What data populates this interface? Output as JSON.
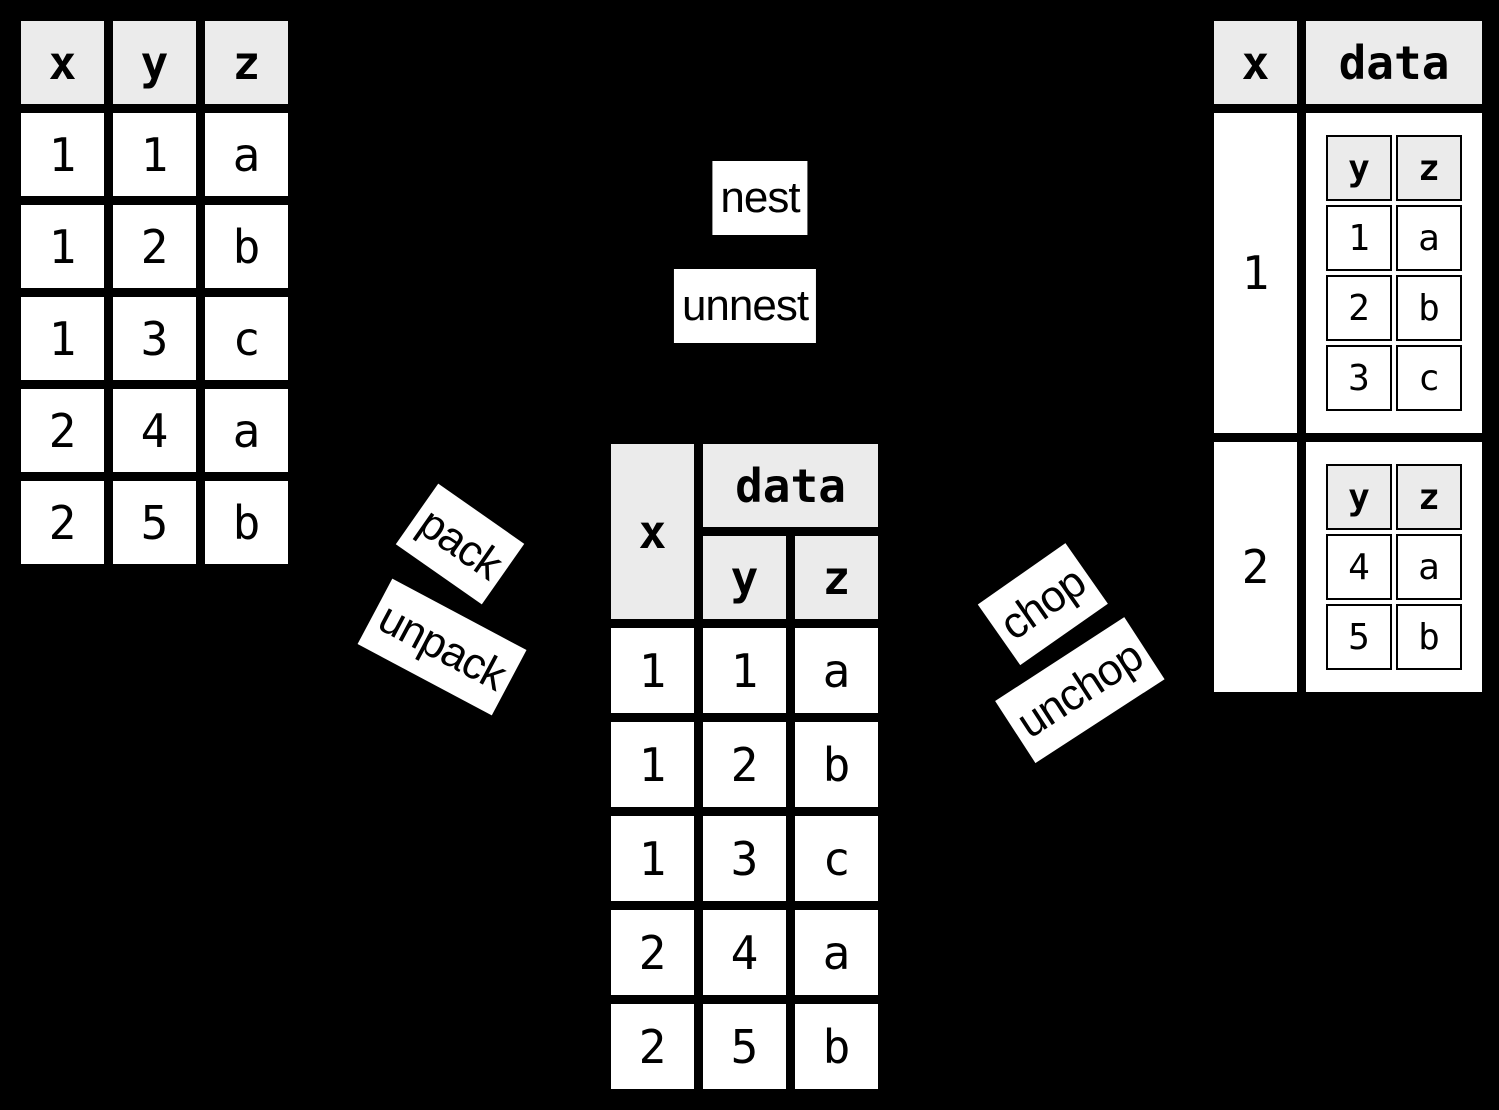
{
  "colors": {
    "background": "#000000",
    "cell_fill": "#ffffff",
    "header_fill": "#ebebeb",
    "border": "#000000",
    "text": "#000000"
  },
  "flat_table": {
    "headers": [
      "x",
      "y",
      "z"
    ],
    "rows": [
      [
        "1",
        "1",
        "a"
      ],
      [
        "1",
        "2",
        "b"
      ],
      [
        "1",
        "3",
        "c"
      ],
      [
        "2",
        "4",
        "a"
      ],
      [
        "2",
        "5",
        "b"
      ]
    ]
  },
  "packed_table": {
    "x_header": "x",
    "data_header": "data",
    "sub_headers": [
      "y",
      "z"
    ],
    "rows": [
      [
        "1",
        "1",
        "a"
      ],
      [
        "1",
        "2",
        "b"
      ],
      [
        "1",
        "3",
        "c"
      ],
      [
        "2",
        "4",
        "a"
      ],
      [
        "2",
        "5",
        "b"
      ]
    ]
  },
  "nested_table": {
    "x_header": "x",
    "data_header": "data",
    "groups": [
      {
        "x": "1",
        "sub_headers": [
          "y",
          "z"
        ],
        "rows": [
          [
            "1",
            "a"
          ],
          [
            "2",
            "b"
          ],
          [
            "3",
            "c"
          ]
        ]
      },
      {
        "x": "2",
        "sub_headers": [
          "y",
          "z"
        ],
        "rows": [
          [
            "4",
            "a"
          ],
          [
            "5",
            "b"
          ]
        ]
      }
    ]
  },
  "operation_labels": {
    "nest": "nest",
    "unnest": "unnest",
    "pack": "pack",
    "unpack": "unpack",
    "chop": "chop",
    "unchop": "unchop"
  }
}
